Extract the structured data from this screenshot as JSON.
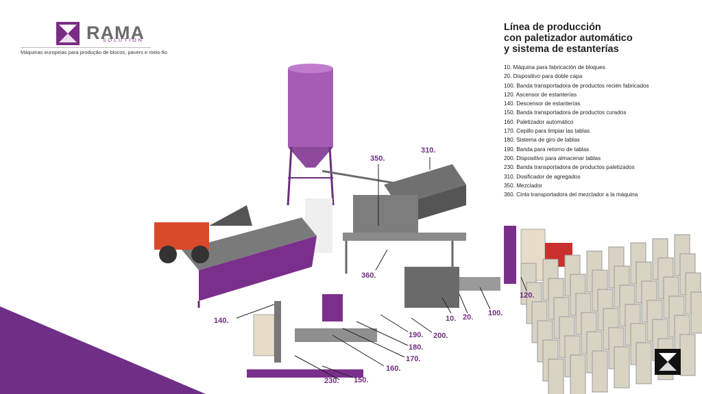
{
  "brand": {
    "name": "RAMA",
    "sub": "SOLUTION",
    "tagline": "Máquinas europeias para produção de blocos, pavers e meio-fio"
  },
  "title": [
    "Línea de producción",
    "con paletizador automático",
    "y sistema de estanterías"
  ],
  "legend": [
    "10.   Máquina para fabricación de bloques",
    "20.   Dispositivo para doble capa",
    "100. Banda transportadora de productos recién fabricados",
    "120. Ascensor de estanterías",
    "140. Descensor de estanterías",
    "150. Banda transportadora de productos curados",
    "160. Paletizador automático",
    "170. Cepillo para limpiar las tablas",
    "180. Sistema de giro de tablas",
    "190. Banda para retorno de tablas",
    "200. Dispositivo para almacenar tablas",
    "230. Banda transportadora de productos paletizados",
    "310. Dosificador de agregados",
    "350. Mezclador",
    "360. Cinta transportadora del mezclador a la máquina"
  ],
  "callouts": [
    "350.",
    "310.",
    "360.",
    "120.",
    "10.",
    "20.",
    "100.",
    "140.",
    "190.",
    "200.",
    "180.",
    "170.",
    "160.",
    "230.",
    "150."
  ],
  "colors": {
    "accent": "#7b2f8c",
    "machine_grey": "#8a8a8a",
    "loader": "#d94a2a",
    "forklift": "#c9302c"
  }
}
